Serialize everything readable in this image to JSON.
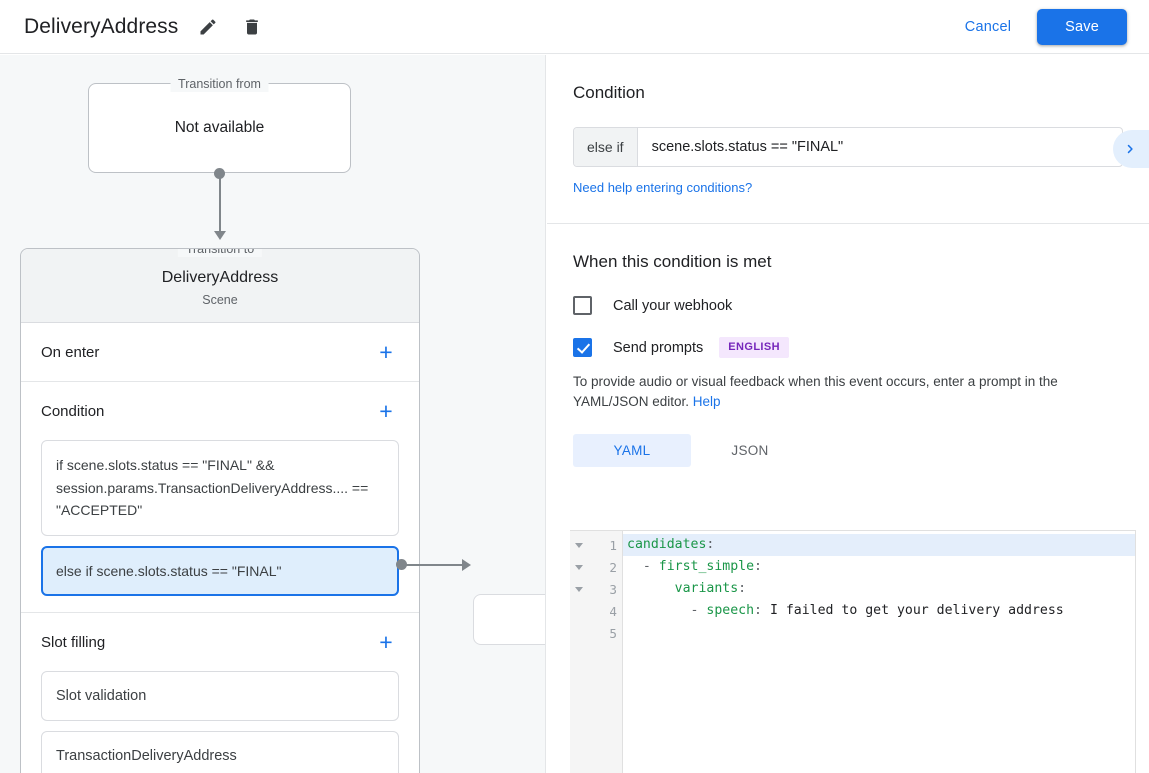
{
  "topbar": {
    "title": "DeliveryAddress",
    "edit_icon": "pencil-icon",
    "delete_icon": "trash-icon",
    "cancel_label": "Cancel",
    "save_label": "Save",
    "accent_color": "#1a73e8"
  },
  "canvas": {
    "transition_from": {
      "legend": "Transition from",
      "body": "Not available"
    },
    "transition_to": {
      "legend": "Transition to",
      "scene_name": "DeliveryAddress",
      "scene_type": "Scene",
      "sections": [
        {
          "title": "On enter",
          "add_label": "+"
        },
        {
          "title": "Condition",
          "add_label": "+"
        },
        {
          "title": "Slot filling",
          "add_label": "+"
        }
      ],
      "conditions": [
        {
          "text": "if scene.slots.status == \"FINAL\" && session.params.TransactionDeliveryAddress.... == \"ACCEPTED\"",
          "selected": false
        },
        {
          "text": "else if scene.slots.status == \"FINAL\"",
          "selected": true
        }
      ],
      "slots": [
        {
          "text": "Slot validation"
        },
        {
          "text": "TransactionDeliveryAddress"
        }
      ]
    }
  },
  "details": {
    "collapse_icon": "chevron-right-icon",
    "condition": {
      "heading": "Condition",
      "prefix": "else if",
      "expression": "scene.slots.status == \"FINAL\"",
      "help_link": "Need help entering conditions?"
    },
    "when_met": {
      "heading": "When this condition is met",
      "webhook": {
        "label": "Call your webhook",
        "checked": false
      },
      "prompts": {
        "label": "Send prompts",
        "checked": true,
        "badge": "ENGLISH",
        "badge_bg": "#f4e7fd",
        "badge_fg": "#7627bb"
      },
      "description_part1": "To provide audio or visual feedback when this event occurs, enter a prompt in the YAML/JSON editor. ",
      "description_link": "Help"
    },
    "editor": {
      "tabs": [
        {
          "label": "YAML",
          "active": true
        },
        {
          "label": "JSON",
          "active": false
        }
      ],
      "lines": [
        {
          "num": "1",
          "foldable": true,
          "highlight": true,
          "key": "candidates",
          "colon": ":",
          "indent": "",
          "dash": "",
          "value": ""
        },
        {
          "num": "2",
          "foldable": true,
          "highlight": false,
          "key": "first_simple",
          "colon": ":",
          "indent": "  ",
          "dash": "- ",
          "value": ""
        },
        {
          "num": "3",
          "foldable": true,
          "highlight": false,
          "key": "variants",
          "colon": ":",
          "indent": "      ",
          "dash": "",
          "value": ""
        },
        {
          "num": "4",
          "foldable": false,
          "highlight": false,
          "key": "speech",
          "colon": ": ",
          "indent": "        ",
          "dash": "- ",
          "value": "I failed to get your delivery address"
        },
        {
          "num": "5",
          "foldable": false,
          "highlight": false,
          "key": "",
          "colon": "",
          "indent": "",
          "dash": "",
          "value": ""
        }
      ]
    }
  }
}
